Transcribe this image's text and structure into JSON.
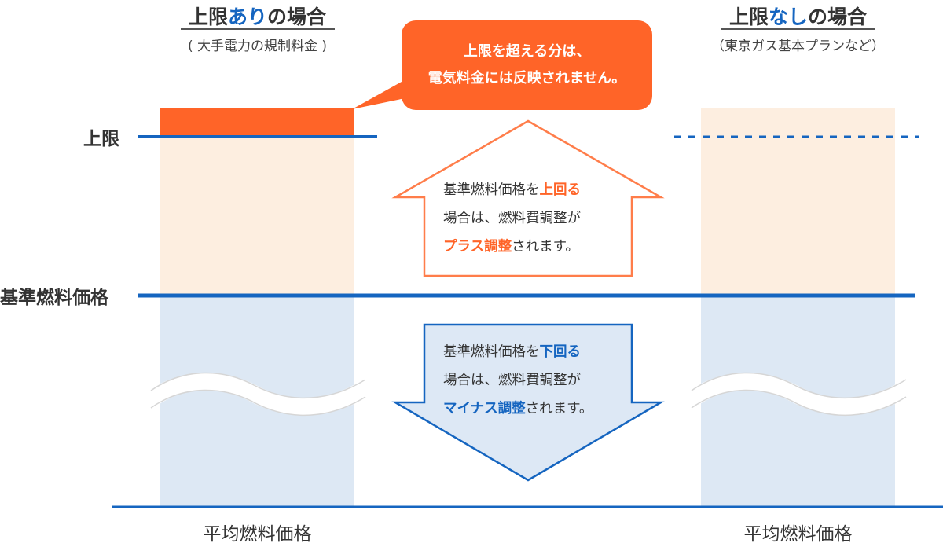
{
  "left_column": {
    "title_pre": "上限",
    "title_highlight": "あり",
    "title_post": "の場合",
    "subtitle": "( 大手電力の規制料金 )",
    "bottom_label": "平均燃料価格"
  },
  "right_column": {
    "title_pre": "上限",
    "title_highlight": "なし",
    "title_post": "の場合",
    "subtitle": "（東京ガス基本プランなど）",
    "bottom_label": "平均燃料価格"
  },
  "row_labels": {
    "cap": "上限",
    "base_price": "基準燃料価格"
  },
  "callout": {
    "line1": "上限を超える分は、",
    "line2": "電気料金には反映されません。"
  },
  "up_arrow": {
    "line1_pre": "基準燃料価格を",
    "line1_highlight": "上回る",
    "line2": "場合は、燃料費調整が",
    "line3_highlight": "プラス調整",
    "line3_post": "されます。"
  },
  "down_arrow": {
    "line1_pre": "基準燃料価格を",
    "line1_highlight": "下回る",
    "line2": "場合は、燃料費調整が",
    "line3_highlight": "マイナス調整",
    "line3_post": "されます。"
  },
  "colors": {
    "blue": "#1565c0",
    "orange": "#ff6428",
    "peach_fill": "#fdeee0",
    "light_blue_fill": "#dde8f4",
    "down_arrow_fill": "#dde8f5"
  }
}
